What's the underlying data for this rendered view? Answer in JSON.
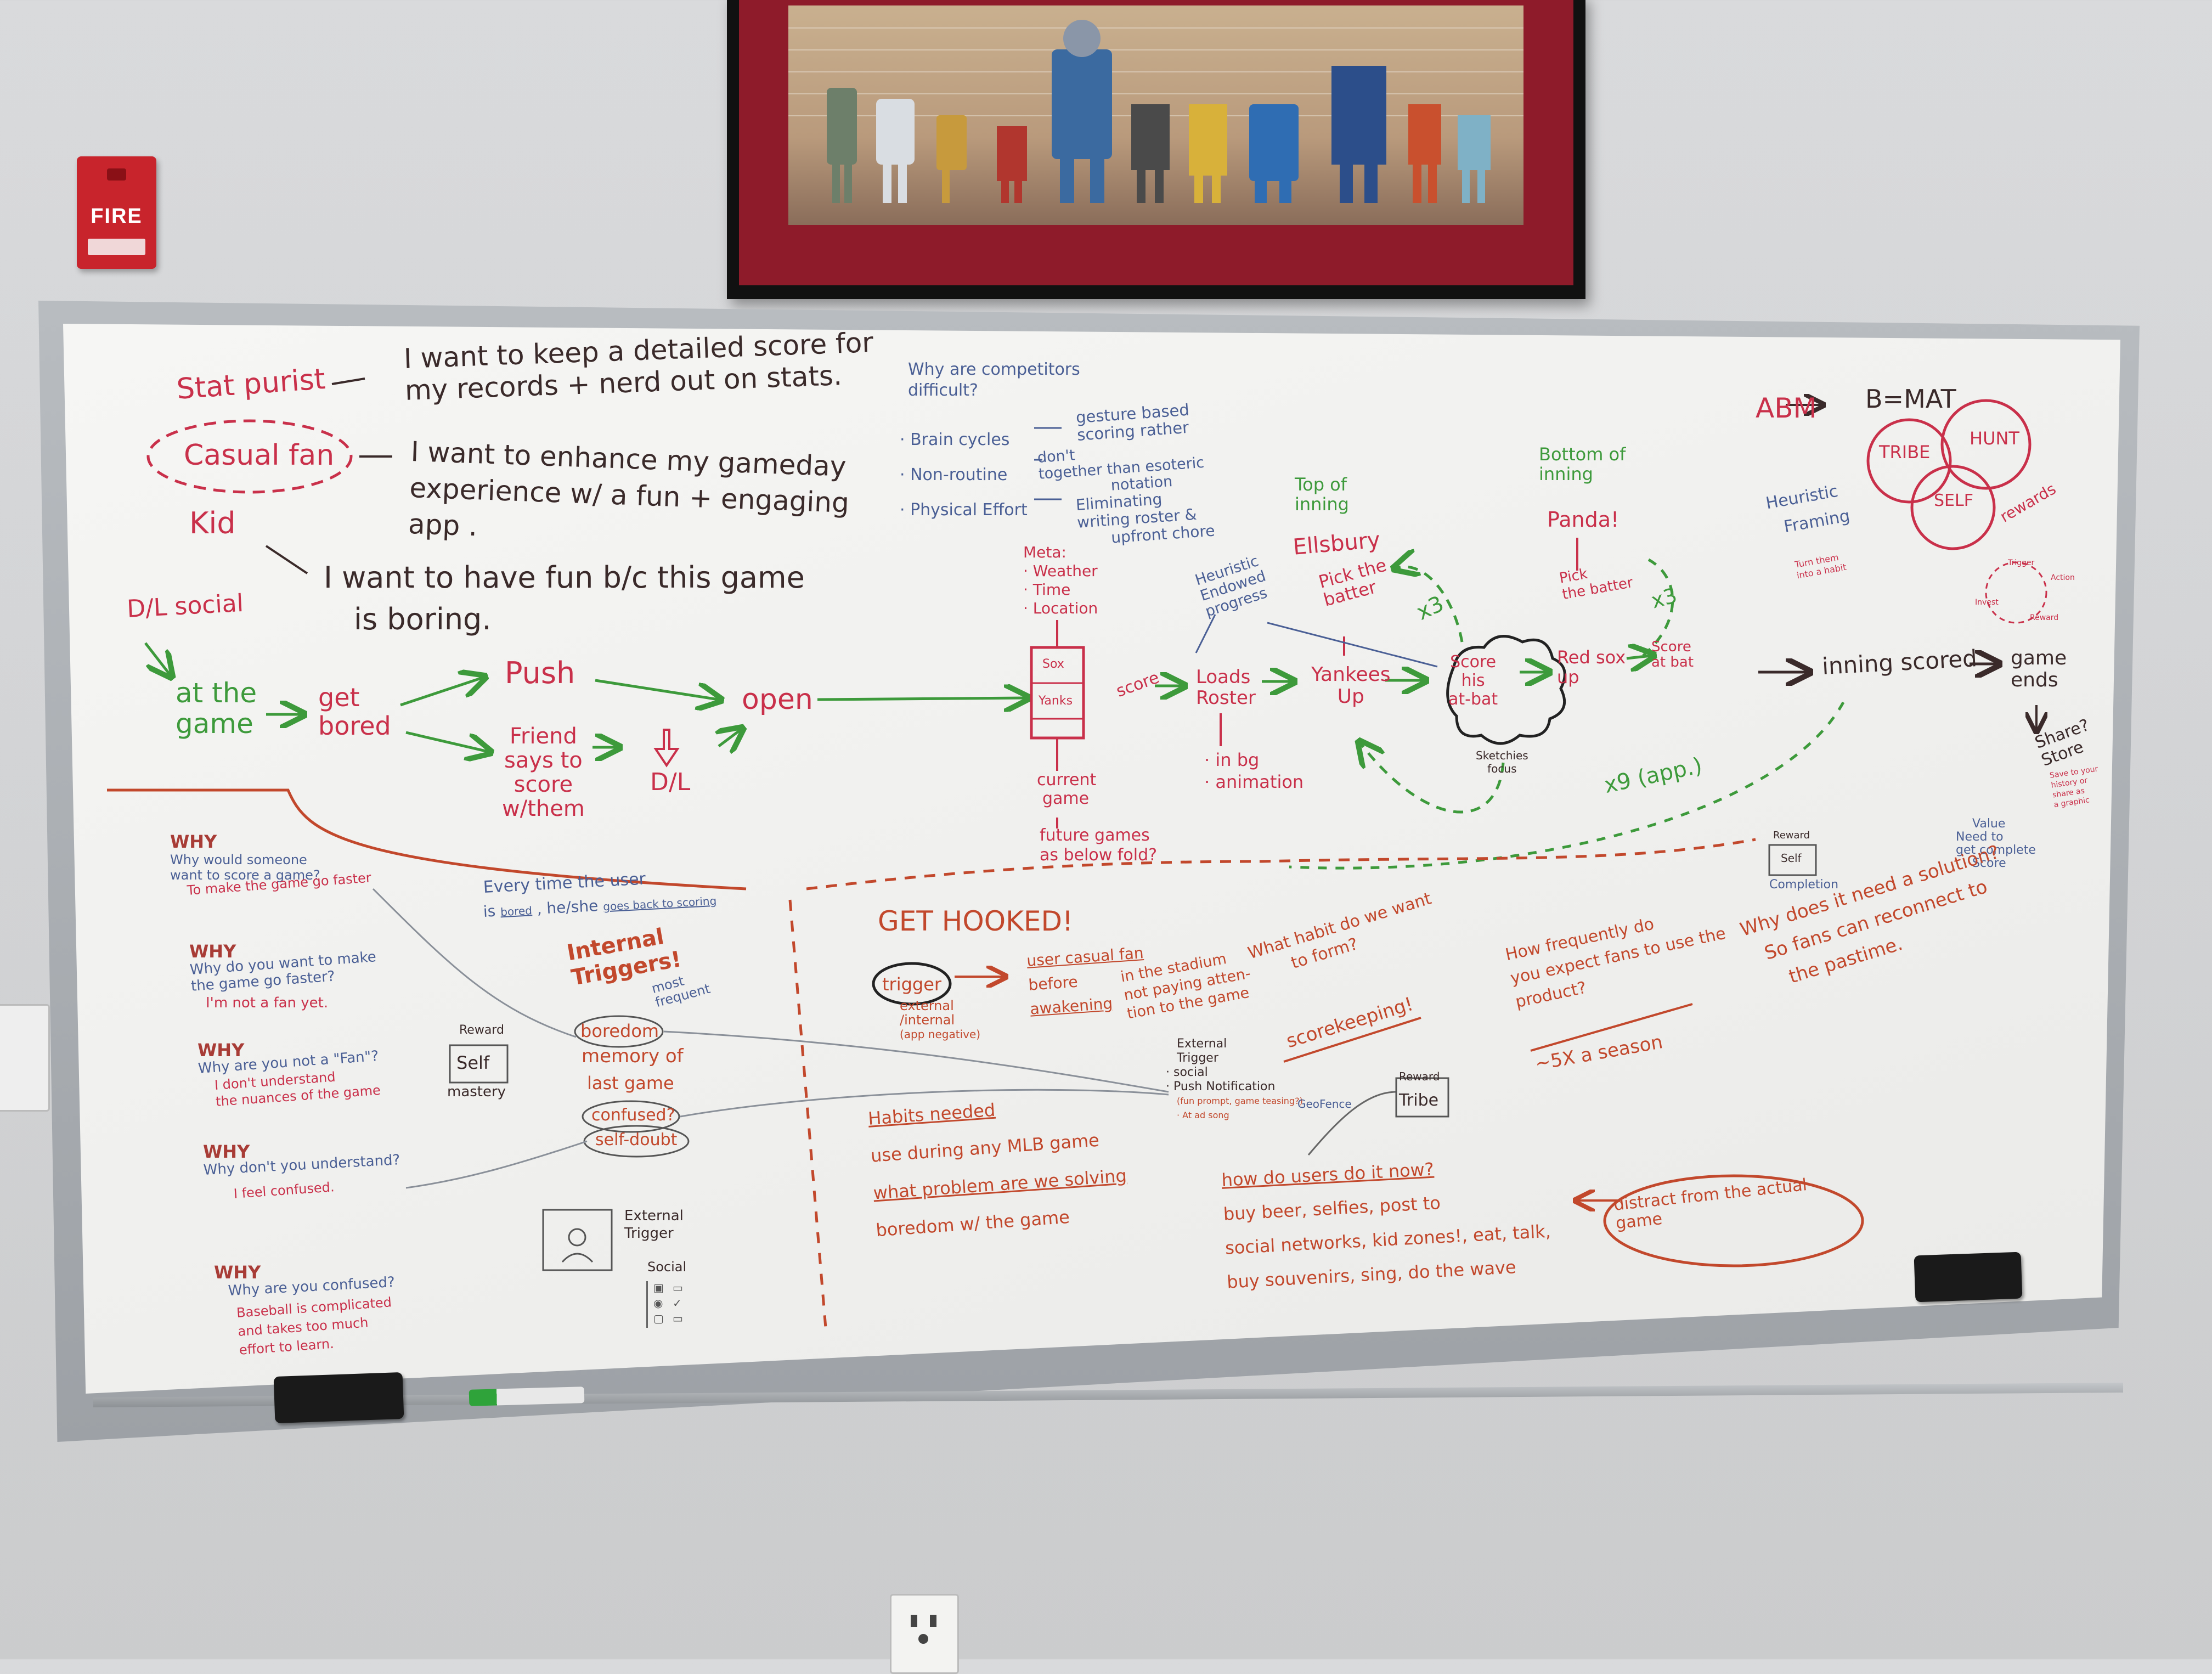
{
  "fire_alarm": {
    "label": "FIRE"
  },
  "board": {
    "personas": {
      "stat_purist": "Stat purist",
      "stat_purist_quote": [
        "I want to keep a detailed score for",
        "my records + nerd out on stats."
      ],
      "casual_fan": "Casual fan",
      "casual_fan_quote": [
        "I want to enhance my gameday",
        "experience w/ a fun + engaging",
        "app ."
      ],
      "kid": "Kid",
      "kid_quote": [
        "I want to have fun b/c this game",
        "is boring."
      ]
    },
    "competitors": {
      "question": [
        "Why are competitors",
        "difficult?"
      ],
      "items": [
        "· Brain cycles",
        "· Non-routine",
        "· Physical Effort"
      ],
      "answers": [
        [
          "gesture based",
          "scoring rather"
        ],
        [
          "don't",
          "together than esoteric",
          "notation"
        ],
        [
          "Eliminating",
          "writing roster &",
          "upfront chore"
        ]
      ]
    },
    "abm": {
      "label": "ABM",
      "formula": "B=MAT",
      "venn": [
        "TRIBE",
        "HUNT",
        "SELF"
      ],
      "rewards": "rewards",
      "heuristic": [
        "Heuristic",
        "Framing"
      ],
      "small": [
        "Turn them",
        "into a habit"
      ],
      "trigger_loop": [
        "Trigger",
        "Action",
        "Reward",
        "Invest"
      ]
    },
    "flow": {
      "dl_social": "D/L social",
      "at_the_game": [
        "at the",
        "game"
      ],
      "get_bored": [
        "get",
        "bored"
      ],
      "push": "Push",
      "friend": [
        "Friend",
        "says to",
        "score",
        "w/them"
      ],
      "dl": "D/L",
      "open": "open",
      "meta": [
        "Meta:",
        "· Weather",
        "· Time",
        "· Location"
      ],
      "phone": [
        "Sox",
        "Yanks"
      ],
      "score": "score",
      "current_game": [
        "current",
        "game"
      ],
      "future_games": [
        "future games",
        "as below fold?"
      ],
      "heuristic_endowed": [
        "Heuristic",
        "Endowed",
        "progress"
      ],
      "loads_roster": [
        "Loads",
        "Roster"
      ],
      "in_bg": [
        "· in bg",
        "· animation"
      ],
      "top_of_inning": [
        "Top of",
        "inning"
      ],
      "ellsbury": "Ellsbury",
      "pick_batter": [
        "Pick the",
        "batter"
      ],
      "yankees_up": [
        "Yankees",
        "Up"
      ],
      "x3a": "x3",
      "score_cloud": [
        "Score",
        "his",
        "at-bat"
      ],
      "sketchy_focus": [
        "Sketchies",
        "focus"
      ],
      "bottom_of_inning": [
        "Bottom of",
        "inning"
      ],
      "panda": "Panda!",
      "pick_batter_b": [
        "Pick",
        "the batter"
      ],
      "x3b": "x3",
      "redsox_up": [
        "Red sox",
        "up"
      ],
      "score_at_bat": [
        "Score",
        "at bat"
      ],
      "inning_scored": "inning scored",
      "game_ends": [
        "game",
        "ends"
      ],
      "share": [
        "Share?",
        "Store"
      ],
      "share_notes": [
        "Save to your",
        "history or",
        "share as",
        "a graphic"
      ],
      "x9": "x9 (app.)",
      "reward_self": [
        "Reward",
        "Self",
        "Completion"
      ],
      "value": [
        "Value",
        "Need to",
        "get complete",
        "Score"
      ]
    },
    "whys": [
      {
        "why": "WHY",
        "q": [
          "Why would someone",
          "want to score a game?"
        ],
        "a": [
          "To make the game go faster"
        ]
      },
      {
        "why": "WHY",
        "q": [
          "Why do you want to make",
          "the game go faster?"
        ],
        "a": [
          "I'm not a fan yet."
        ]
      },
      {
        "why": "WHY",
        "q": [
          "Why are you not a \"Fan\"?"
        ],
        "a": [
          "I don't understand",
          "the nuances of the game"
        ]
      },
      {
        "why": "WHY",
        "q": [
          "Why don't you understand?"
        ],
        "a": [
          "I feel confused."
        ]
      },
      {
        "why": "WHY",
        "q": [
          "Why are you confused?"
        ],
        "a": [
          "Baseball is complicated",
          "and takes too much",
          "effort to learn."
        ]
      }
    ],
    "triggers": {
      "every_time": [
        "Every time the user",
        "is",
        "bored",
        ", he/she",
        "goes back to scoring"
      ],
      "internal": [
        "Internal",
        "Triggers!"
      ],
      "most_frequent": [
        "most",
        "frequent"
      ],
      "items": [
        "boredom",
        "memory of",
        "last game",
        "confused?",
        "self-doubt"
      ],
      "reward_self": [
        "Reward",
        "Self",
        "mastery"
      ],
      "external": [
        "External",
        "Trigger"
      ],
      "social": "Social"
    },
    "hooked": {
      "title": "GET HOOKED!",
      "trigger": "trigger",
      "ext_int": [
        "external",
        "/internal",
        "(app negative)"
      ],
      "user": [
        "user casual fan",
        "before",
        "awakening"
      ],
      "stadium": [
        "in the stadium",
        "not paying atten-",
        "tion to the game"
      ],
      "habit": [
        "What habit do we want",
        "to form?"
      ],
      "scorekeeping": "scorekeeping!",
      "ext_trigger": [
        "External",
        "Trigger",
        "· social",
        "· Push Notification",
        "(fun prompt, game teasing?)",
        "· At ad song"
      ],
      "geofence": "GeoFence",
      "reward_tribe": [
        "Reward",
        "Tribe"
      ],
      "frequency": [
        "How frequently do",
        "you expect fans to use the",
        "product?"
      ],
      "five": "~5X a season",
      "why_solution": [
        "Why does it need a solution?",
        "So fans can reconnect to",
        "the pastime."
      ],
      "habits_needed": [
        "Habits needed",
        "use during any MLB game",
        "what problem are we solving",
        "boredom w/ the game"
      ],
      "how_now": [
        "how do users do it now?",
        "buy beer, selfies, post to",
        "social networks, kid zones!, eat, talk,",
        "buy souvenirs, sing, do the wave"
      ],
      "distract": [
        "distract from the actual",
        "game"
      ]
    }
  },
  "colors": {
    "black": "#3a2a2a",
    "red": "#c9304a",
    "orange": "#c2482c",
    "green": "#3d9a3b",
    "blue": "#4a5f95",
    "poster_mat": "#8e1b2a",
    "board": "#f3f3f1"
  }
}
